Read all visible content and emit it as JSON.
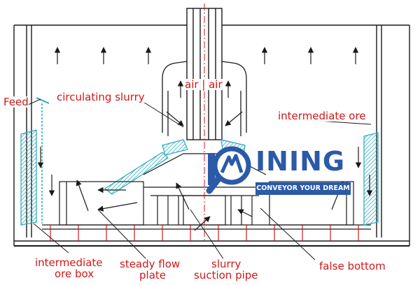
{
  "labels": {
    "feed": "Feed",
    "circulating_slurry": "circulating slurry",
    "air": "air | air",
    "intermediate_ore": "intermediate ore",
    "intermediate_ore_box_line1": "intermediate",
    "intermediate_ore_box_line2": "ore box",
    "steady_flow_plate_line1": "steady flow",
    "steady_flow_plate_line2": "plate",
    "slurry_suction_pipe_line1": "slurry",
    "slurry_suction_pipe_line2": "suction pipe",
    "false_bottom": "false bottom"
  },
  "logo": {
    "word": "INING",
    "slogan": "CONVEYOR YOUR DREAM",
    "brand_color": "#2a5aa8"
  },
  "colors": {
    "label_text": "#d01818",
    "outline": "#1a1a1a",
    "cyan_parts": "#2aa8b8",
    "centerline": "#e01515"
  }
}
